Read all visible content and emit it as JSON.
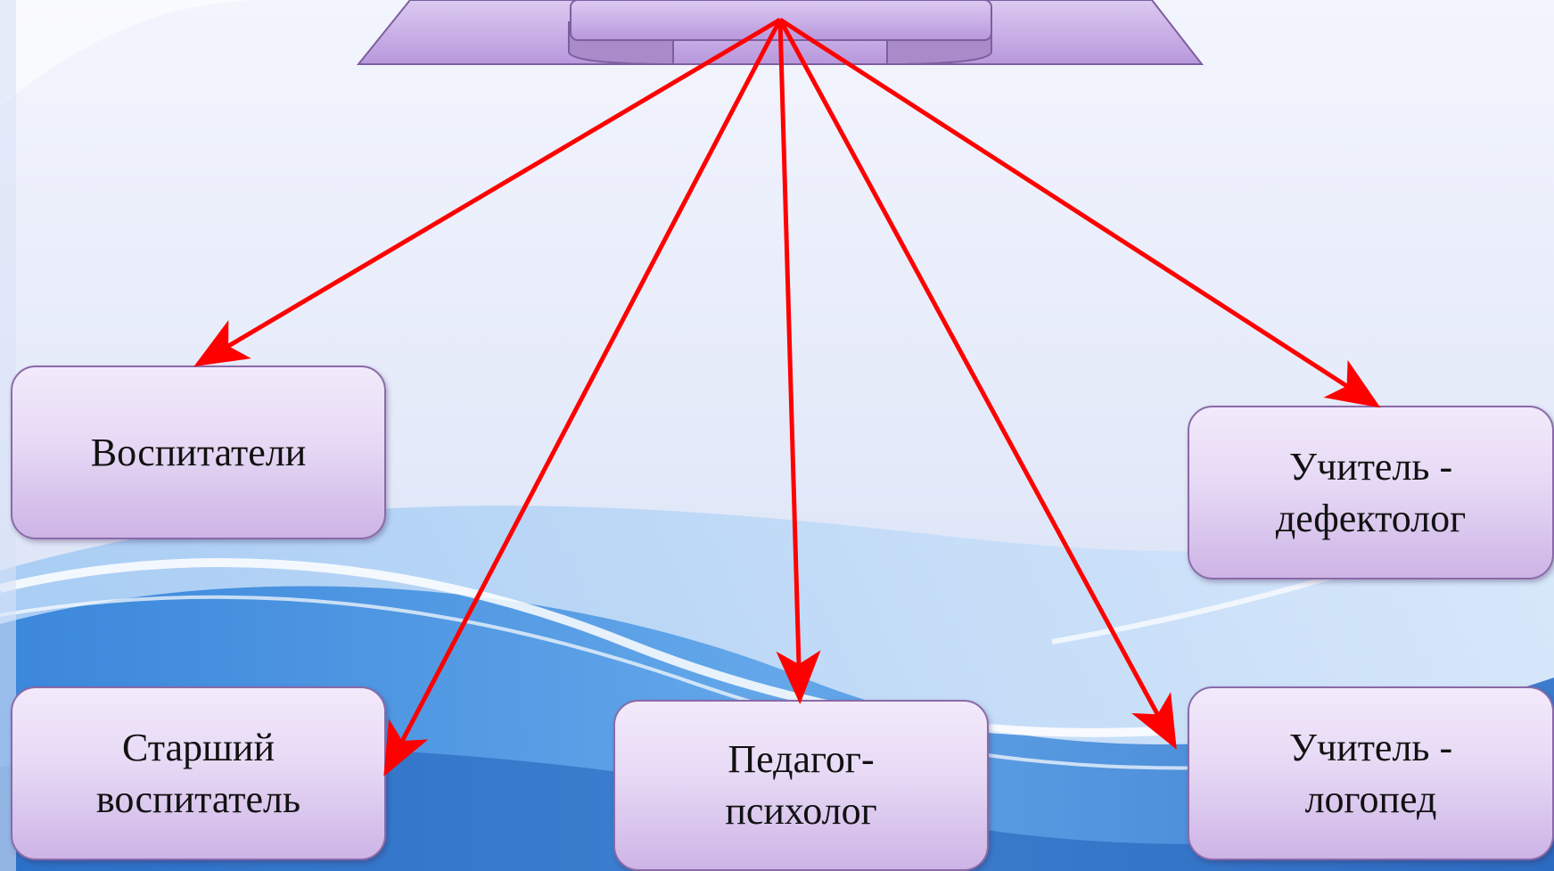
{
  "colors": {
    "arrow": "#ff0000",
    "box_border": "#8a6aa8",
    "banner_fill": "#c9b0e6",
    "banner_dark": "#a88bc8"
  },
  "boxes": {
    "vospitateli": {
      "lines": [
        "Воспитатели"
      ]
    },
    "starshiy": {
      "lines": [
        "Старший",
        "воспитатель"
      ]
    },
    "psiholog": {
      "lines": [
        "Педагог-",
        "психолог"
      ]
    },
    "defektolog": {
      "lines": [
        "Учитель -",
        "дефектолог"
      ]
    },
    "logoped": {
      "lines": [
        "Учитель -",
        "логопед"
      ]
    }
  }
}
